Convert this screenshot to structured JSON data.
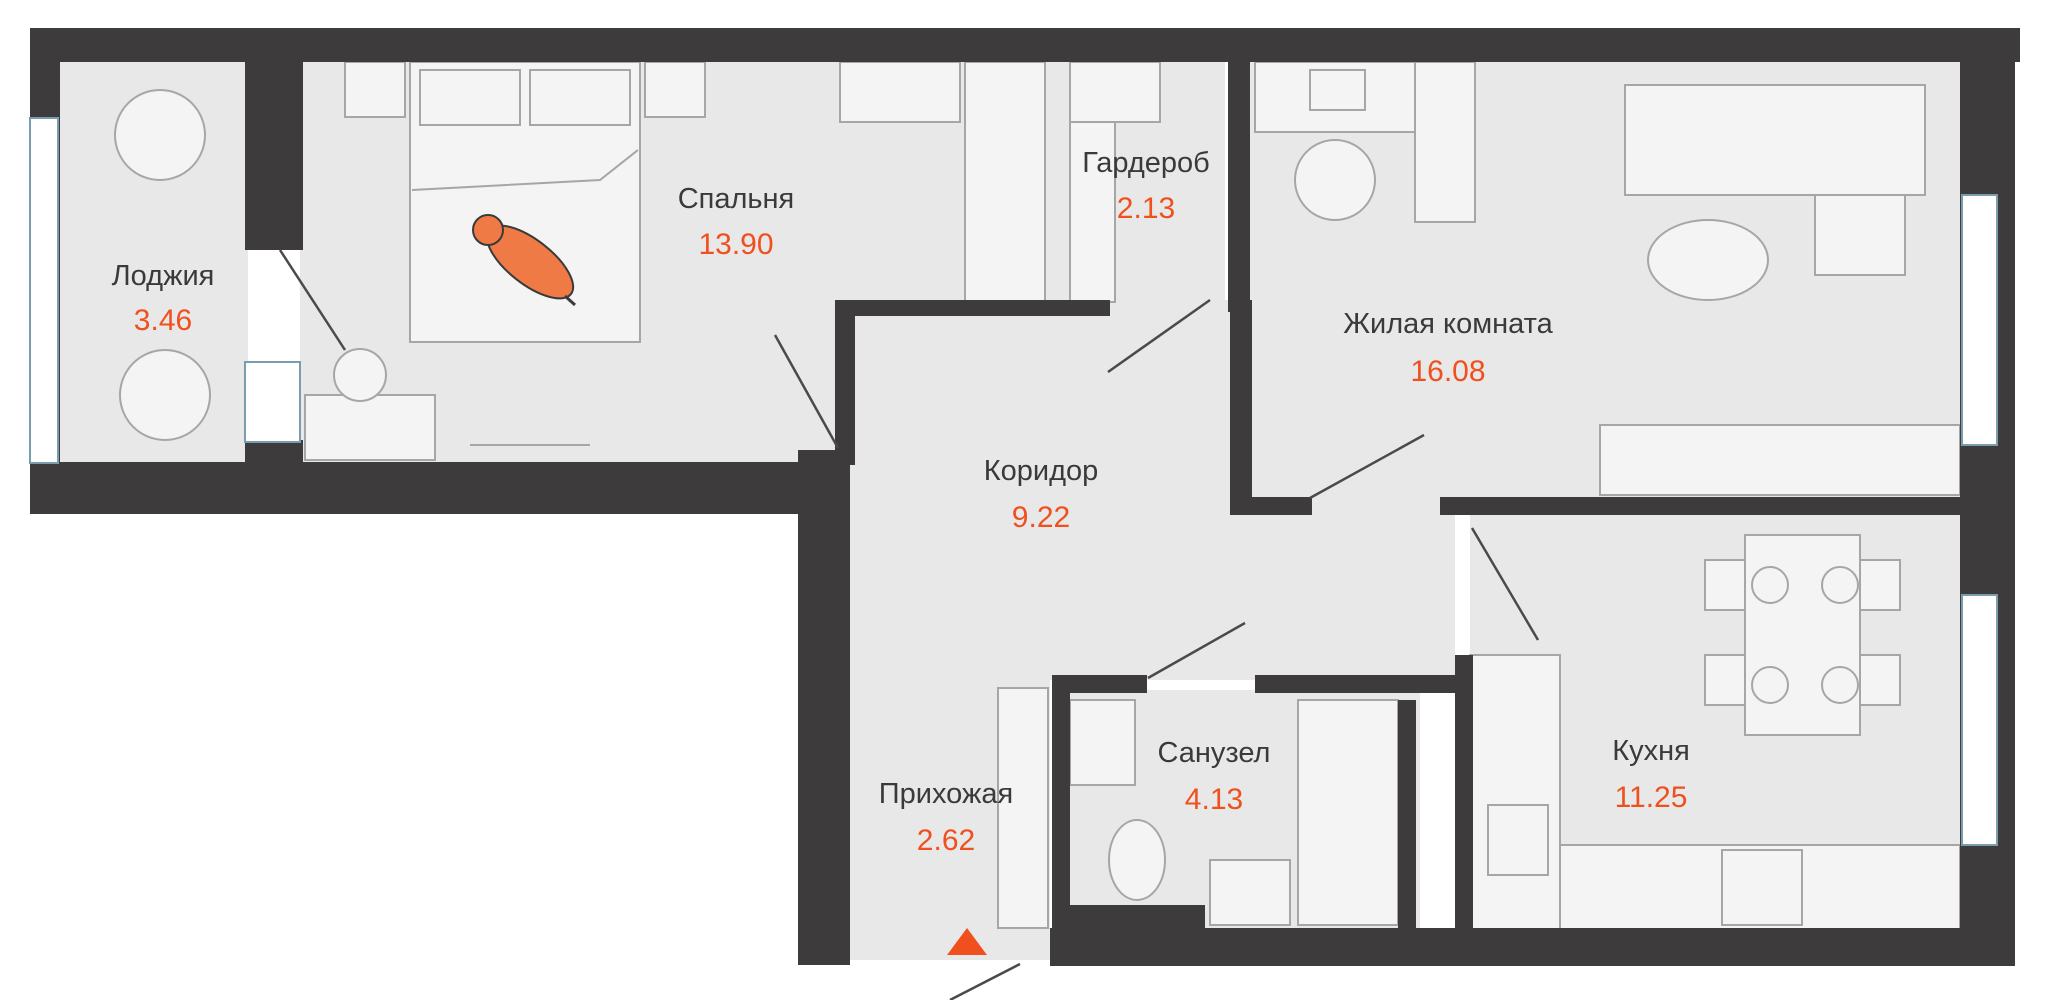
{
  "rooms": [
    {
      "id": "loggia",
      "label": "Лоджия",
      "area": "3.46"
    },
    {
      "id": "bedroom",
      "label": "Спальня",
      "area": "13.90"
    },
    {
      "id": "wardrobe",
      "label": "Гардероб",
      "area": "2.13"
    },
    {
      "id": "living",
      "label": "Жилая комната",
      "area": "16.08"
    },
    {
      "id": "corridor",
      "label": "Коридор",
      "area": "9.22"
    },
    {
      "id": "hall",
      "label": "Прихожая",
      "area": "2.62"
    },
    {
      "id": "bathroom",
      "label": "Санузел",
      "area": "4.13"
    },
    {
      "id": "kitchen",
      "label": "Кухня",
      "area": "11.25"
    }
  ],
  "colors": {
    "wall": "#3d3b3c",
    "floor": "#e8e8e8",
    "area_text": "#f0501e",
    "label_text": "#3a3a3a",
    "entrance_marker": "#f0501e",
    "pet": "#f07a46"
  },
  "icons": {
    "entrance": "entrance-triangle-icon",
    "pet": "cat-icon",
    "plant": "plant-icon"
  }
}
